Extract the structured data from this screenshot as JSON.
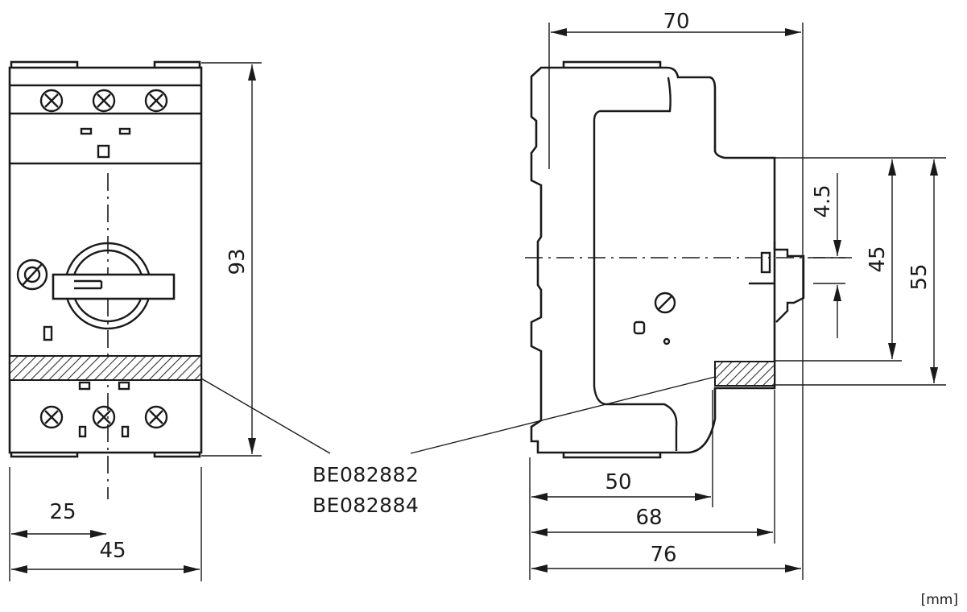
{
  "dimensions": {
    "front_height": "93",
    "front_width": "45",
    "front_center_offset": "25",
    "side_top_depth": "70",
    "side_depth_50": "50",
    "side_depth_68": "68",
    "side_depth_76": "76",
    "rail_offset": "4.5",
    "rail_height_45": "45",
    "rail_height_55": "55"
  },
  "part_numbers": [
    "BE082882",
    "BE082884"
  ],
  "unit": "[mm]"
}
